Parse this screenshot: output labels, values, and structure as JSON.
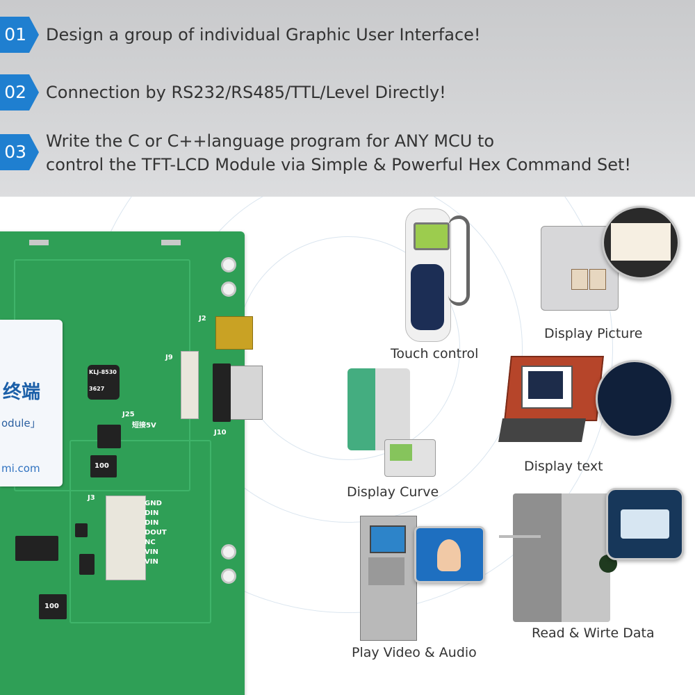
{
  "features": [
    {
      "num": "01",
      "lines": [
        "Design a group of individual Graphic User Interface!"
      ]
    },
    {
      "num": "02",
      "lines": [
        "Connection by RS232/RS485/TTL/Level Directly!"
      ]
    },
    {
      "num": "03",
      "lines": [
        "Write the C or C++language program for ANY MCU to",
        "control the TFT-LCD Module via Simple & Powerful Hex Command Set!"
      ]
    }
  ],
  "pcb": {
    "label_cjk": "终端",
    "label_module": "odule」",
    "label_url": "mi.com",
    "silk": [
      "J2",
      "J9",
      "J10",
      "J25",
      "J3",
      "短接5V",
      "KLJ-8530",
      "3627",
      "100",
      "100",
      "GND",
      "DIN",
      "DIN",
      "DOUT",
      "NC",
      "VIN",
      "VIN"
    ]
  },
  "applications": [
    {
      "caption": "Touch control"
    },
    {
      "caption": "Display Picture"
    },
    {
      "caption": "Display Curve"
    },
    {
      "caption": "Display text"
    },
    {
      "caption": "Play Video & Audio"
    },
    {
      "caption": "Read & Wirte Data"
    }
  ],
  "colors": {
    "badge": "#1f7fd0",
    "pcb": "#2f9f56",
    "banner": "#d0d1d3"
  }
}
